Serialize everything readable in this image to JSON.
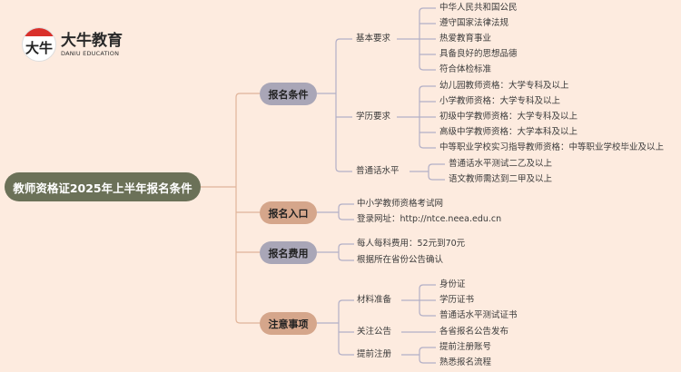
{
  "logo": {
    "mark": "大牛",
    "name": "大牛教育",
    "subtitle": "DANIU EDUCATION"
  },
  "root": "教师资格证2025年上半年报名条件",
  "branches": {
    "conditions": {
      "label": "报名条件",
      "basic": {
        "label": "基本要求",
        "items": [
          "中华人民共和国公民",
          "遵守国家法律法规",
          "热爱教育事业",
          "具备良好的思想品德",
          "符合体检标准"
        ]
      },
      "education": {
        "label": "学历要求",
        "items": [
          "幼儿园教师资格：大学专科及以上",
          "小学教师资格：大学专科及以上",
          "初级中学教师资格：大学专科及以上",
          "高级中学教师资格：大学本科及以上",
          "中等职业学校实习指导教师资格：中等职业学校毕业及以上"
        ]
      },
      "mandarin": {
        "label": "普通话水平",
        "items": [
          "普通话水平测试二乙及以上",
          "语文教师需达到二甲及以上"
        ]
      }
    },
    "entry": {
      "label": "报名入口",
      "items": [
        "中小学教师资格考试网",
        "登录网址：http://ntce.neea.edu.cn"
      ]
    },
    "fee": {
      "label": "报名费用",
      "items": [
        "每人每科费用：52元到70元",
        "根据所在省份公告确认"
      ]
    },
    "notes": {
      "label": "注意事项",
      "materials": {
        "label": "材料准备",
        "items": [
          "身份证",
          "学历证书",
          "普通话水平测试证书"
        ]
      },
      "announce": {
        "label": "关注公告",
        "items": [
          "各省报名公告发布"
        ]
      },
      "register": {
        "label": "提前注册",
        "items": [
          "提前注册账号",
          "熟悉报名流程"
        ]
      }
    }
  },
  "colors": {
    "background": "#fdebdf",
    "root": "#6b7158",
    "gray_node": "#a9a6b7",
    "tan_node": "#d5a68b",
    "line": "#b2afc6",
    "root_line": "#e0b49a"
  }
}
